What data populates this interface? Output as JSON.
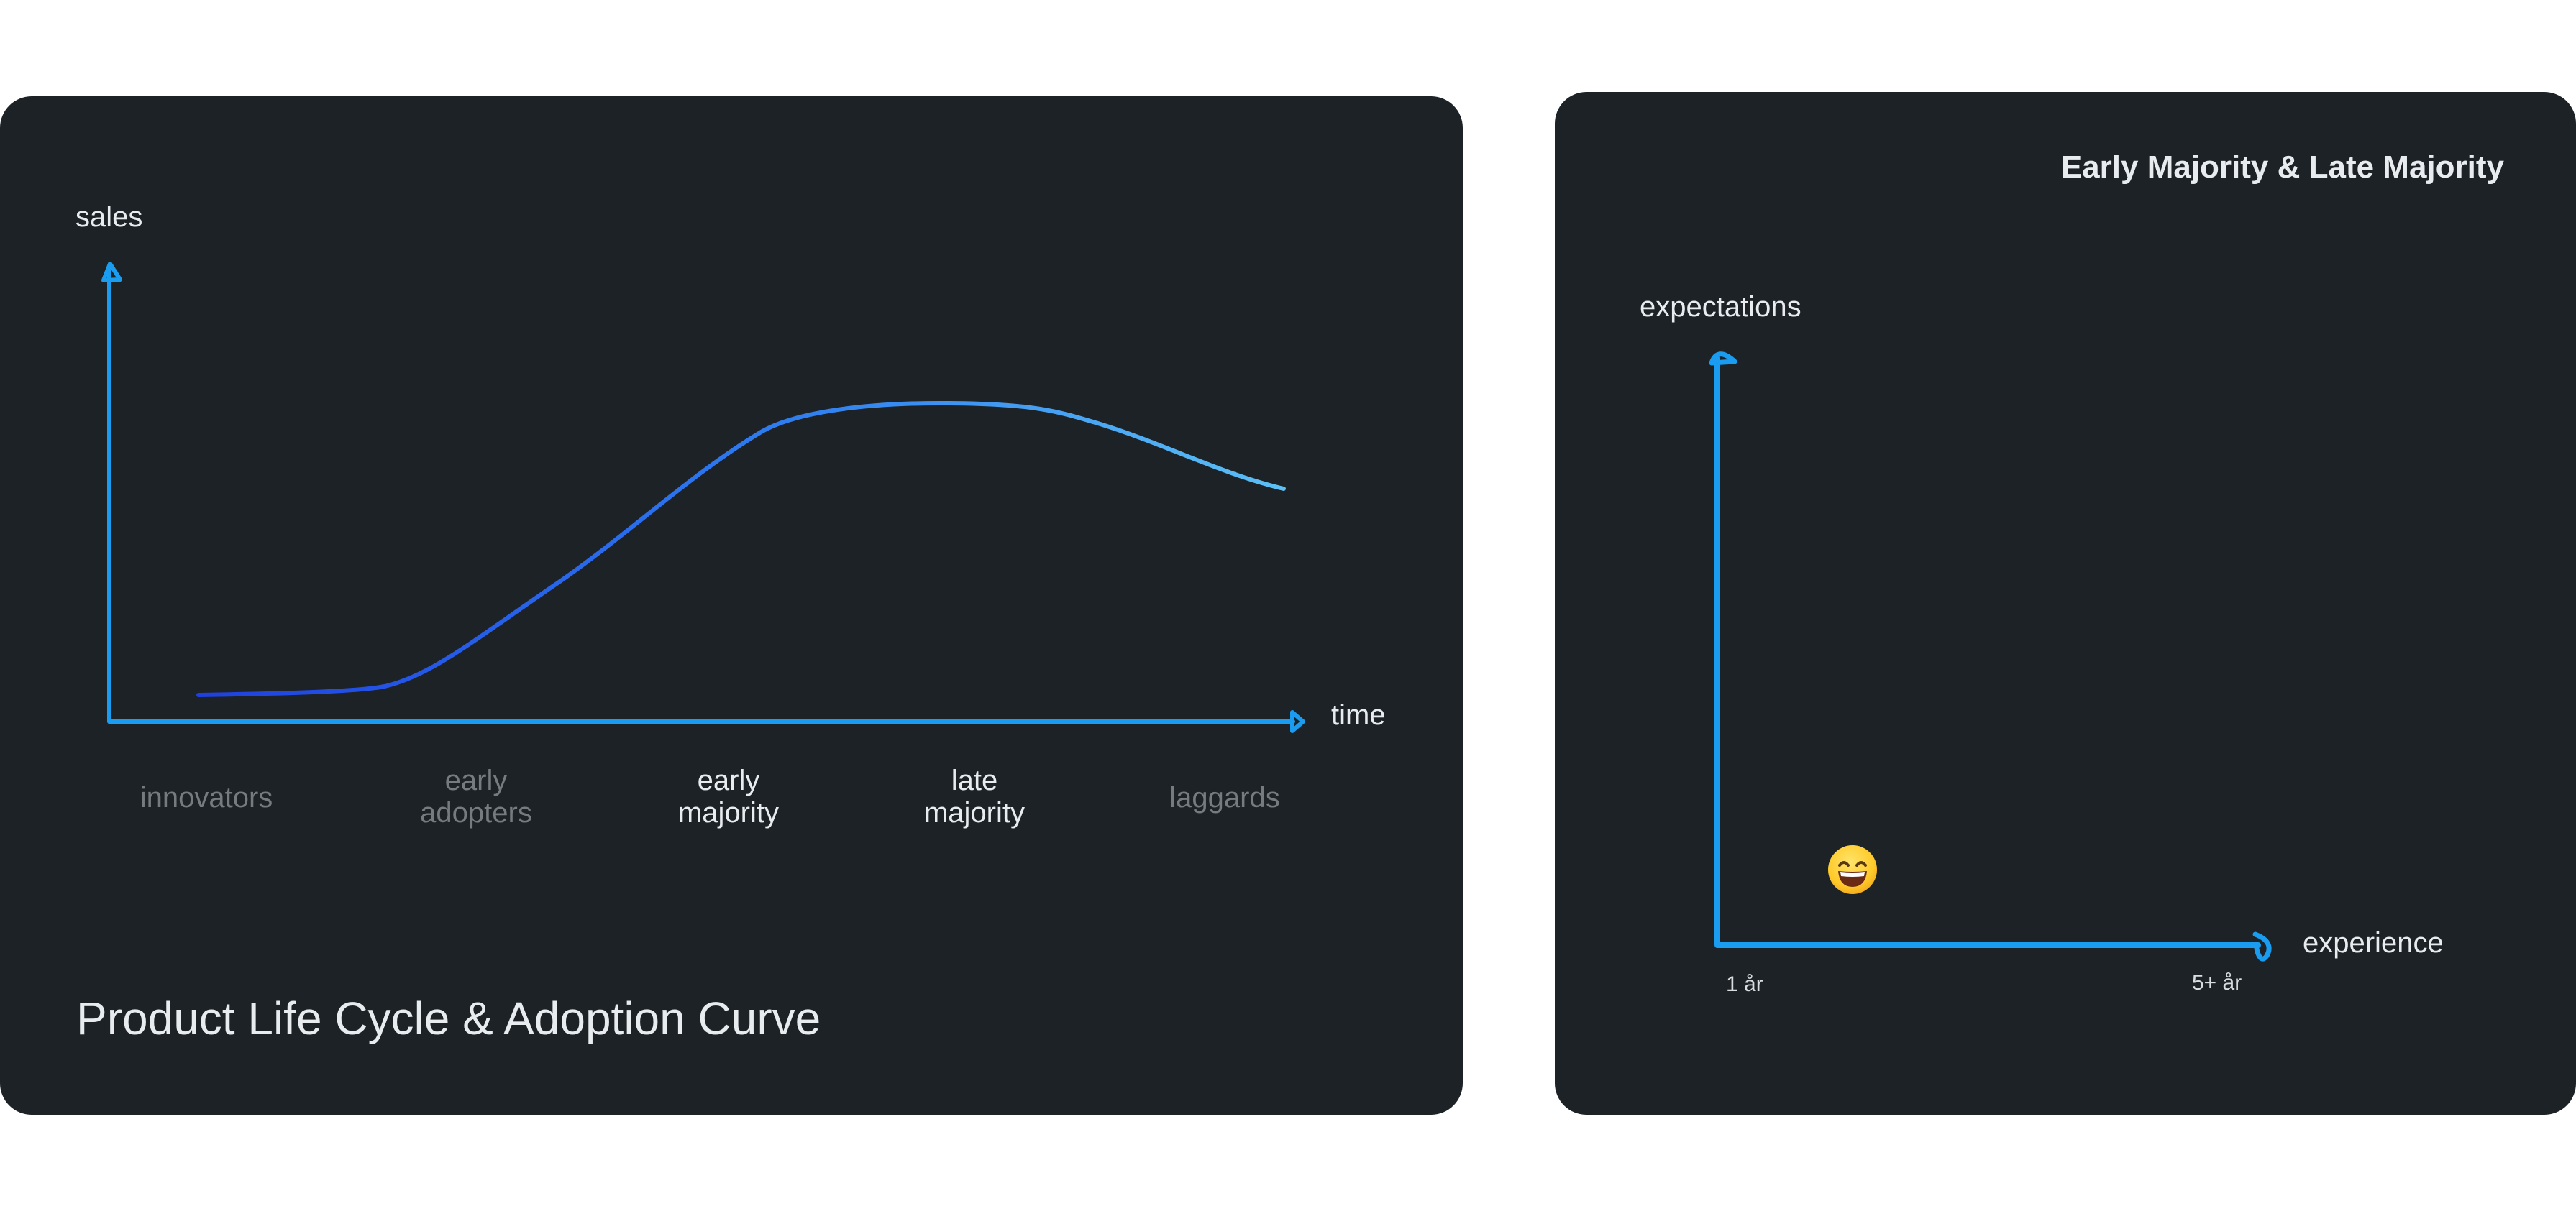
{
  "left_card": {
    "title": "Product Life Cycle & Adoption Curve",
    "y_axis_label": "sales",
    "x_axis_label": "time",
    "stages": [
      {
        "label_line1": "innovators",
        "label_line2": "",
        "highlighted": false
      },
      {
        "label_line1": "early",
        "label_line2": "adopters",
        "highlighted": false
      },
      {
        "label_line1": "early",
        "label_line2": "majority",
        "highlighted": true
      },
      {
        "label_line1": "late",
        "label_line2": "majority",
        "highlighted": true
      },
      {
        "label_line1": "laggards",
        "label_line2": "",
        "highlighted": false
      }
    ]
  },
  "right_card": {
    "title": "Early Majority & Late Majority",
    "y_axis_label": "expectations",
    "x_axis_label": "experience",
    "x_tick_start": "1 år",
    "x_tick_end": "5+ år",
    "marker_icon": "grinning-face-emoji"
  },
  "colors": {
    "card_background": "#1c2226",
    "axis": "#1a9cf0",
    "curve_start": "#1f40e0",
    "curve_end": "#5cc0f5",
    "text_primary": "#e8ecef",
    "text_muted": "#767b80"
  }
}
